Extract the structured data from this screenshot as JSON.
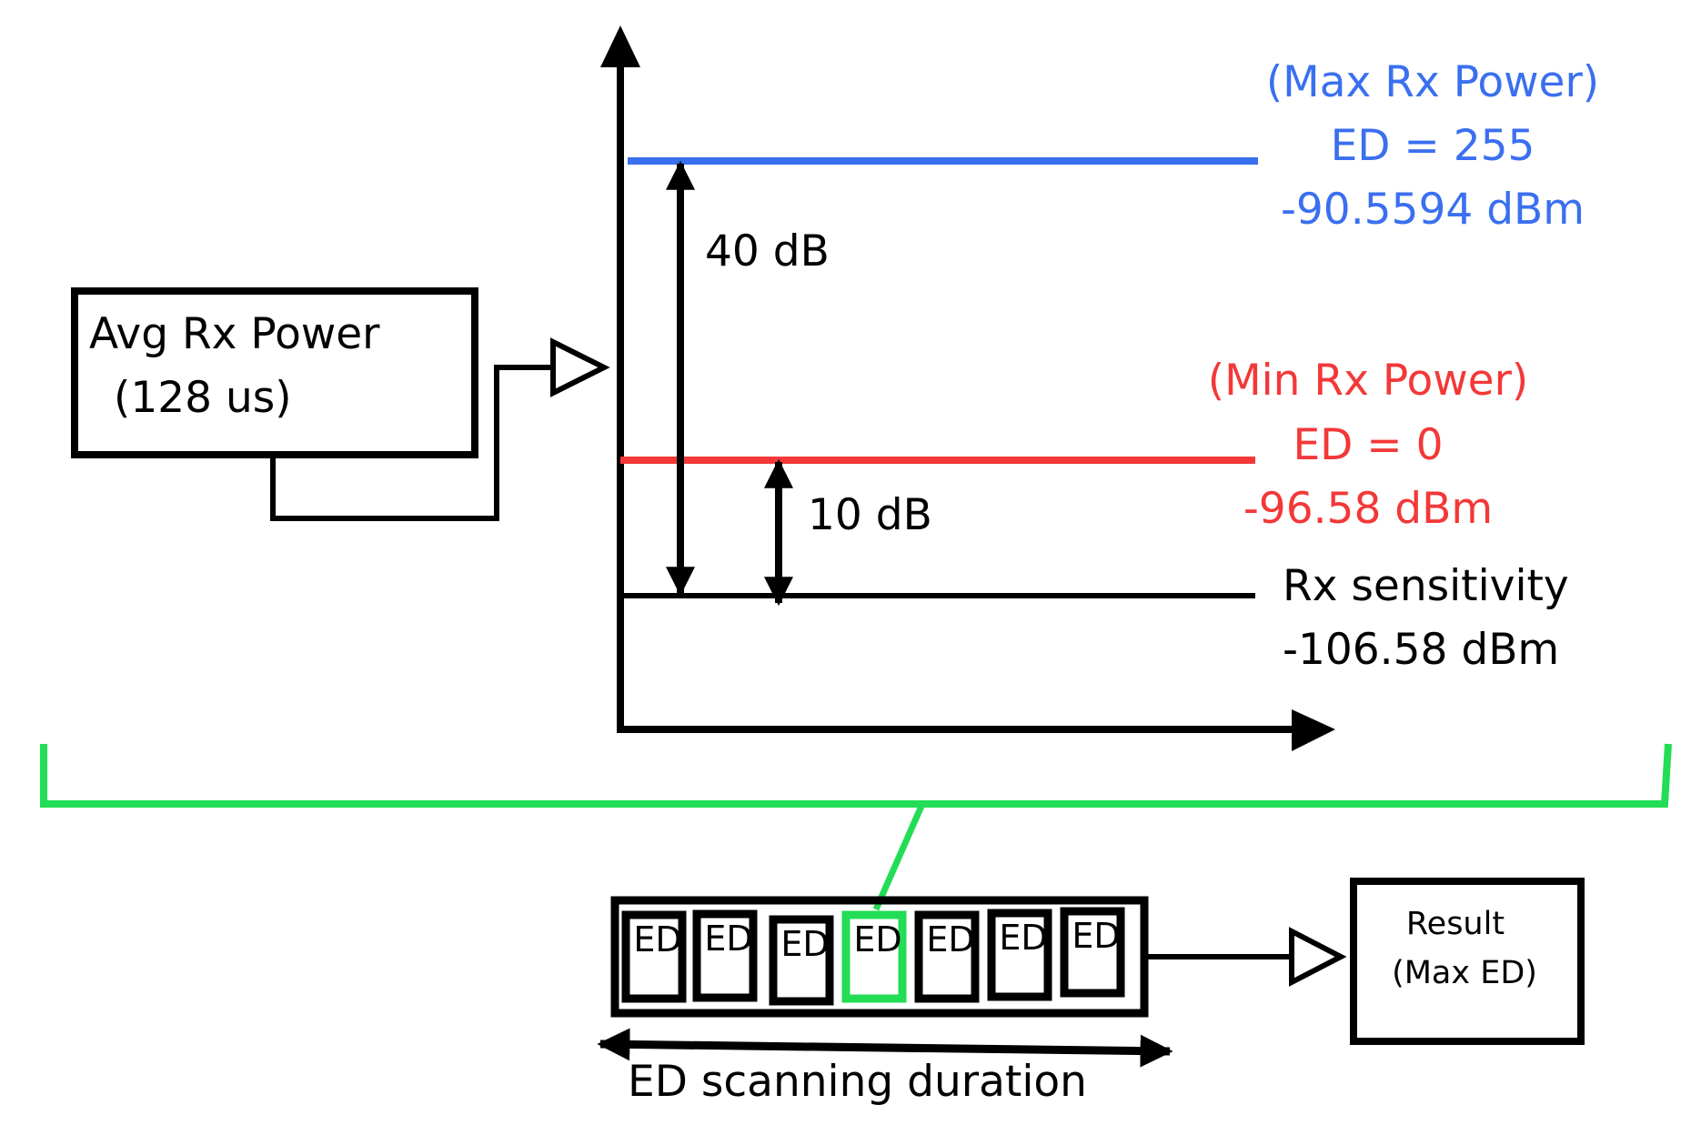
{
  "avg_box": {
    "line1": "Avg Rx Power",
    "line2": "(128 us)"
  },
  "max_level": {
    "line1": "(Max Rx Power)",
    "line2": "ED = 255",
    "line3": "-90.5594 dBm",
    "color": "#3a6fef"
  },
  "min_level": {
    "line1": "(Min Rx Power)",
    "line2": "ED = 0",
    "line3": "-96.58 dBm",
    "color": "#f33838"
  },
  "sensitivity": {
    "line1": "Rx sensitivity",
    "line2": "-106.58 dBm",
    "color": "#000000"
  },
  "spans": {
    "upper": "40 dB",
    "lower": "10 dB"
  },
  "ed_cells": [
    "ED",
    "ED",
    "ED",
    "ED",
    "ED",
    "ED",
    "ED"
  ],
  "ed_highlight_index": 3,
  "highlight_color": "#22dd55",
  "duration_label": "ED scanning duration",
  "result_box": {
    "line1": "Result",
    "line2": "(Max ED)"
  }
}
